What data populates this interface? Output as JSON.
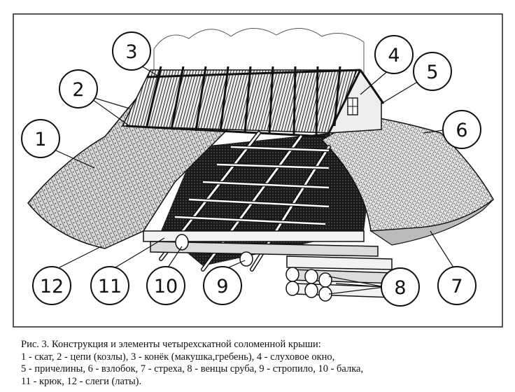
{
  "labels": [
    "1",
    "2",
    "3",
    "4",
    "5",
    "6",
    "7",
    "8",
    "9",
    "10",
    "11",
    "12"
  ],
  "caption": {
    "line1": "Рис. 3. Конструкция и элементы четырехскатной соломенной крыши:",
    "line2": "1 - скат, 2 - цепи (козлы), 3 - конёк (макушка,гребень), 4 - слуховое окно,",
    "line3": "5 - причелины, 6 - взлобок, 7 - стреха, 8 - венцы сруба, 9 - стропило, 10 - балка,",
    "line4": "11 - крюк, 12 - слеги (латы)."
  }
}
